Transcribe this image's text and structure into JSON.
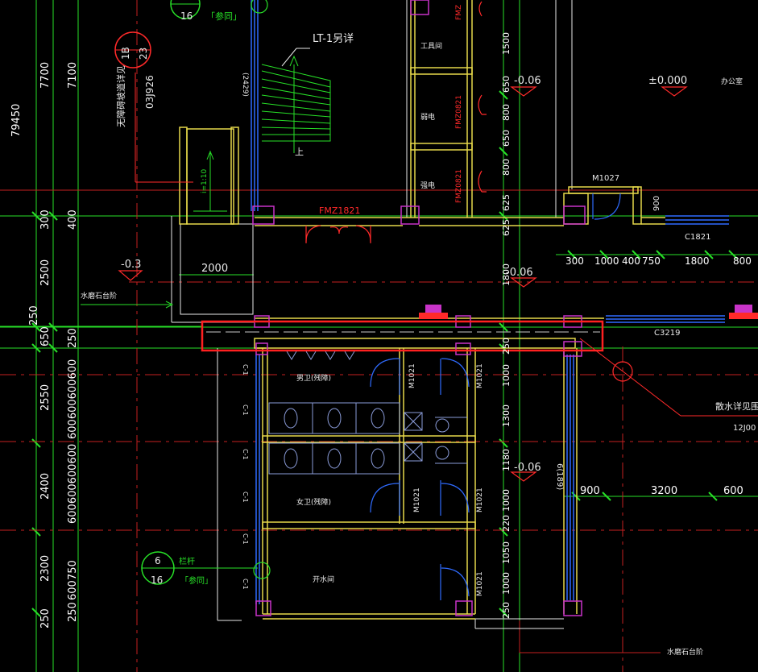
{
  "colors": {
    "background": "#000000",
    "wall_yellow": "#e6d84a",
    "wall_blue": "#2f6bff",
    "dimension_green": "#27e027",
    "annotation_red": "#ff2a2a",
    "column_magenta": "#c833c8",
    "highlight_box": "#ff2020"
  },
  "left_dims": {
    "total": "79450",
    "upper": "7700",
    "upper2": "7100",
    "v300": "300",
    "v400": "400",
    "v2500": "2500",
    "v250a": "250",
    "v650": "650",
    "v250b": "250",
    "v2550": "2550",
    "v2400": "2400",
    "v2300": "2300",
    "v250c": "250",
    "chain1": "600600600600",
    "chain2": "600600600600",
    "chain3": "750",
    "chain4": "600",
    "chain5": "250"
  },
  "top_callout": {
    "num": "16",
    "note": "「参同」"
  },
  "ramp_callout": {
    "top": "1B",
    "bottom": "23",
    "ref": "03J926",
    "text": "无障碍坡道详见"
  },
  "stair_note": "LT-1另详",
  "stair_up": "上",
  "ramp_slope": "i=1:10",
  "elev_left": "-0.3",
  "elev_left_dim": "2000",
  "floor_finish_left": "水磨石台阶",
  "door_fmz1821": "FMZ1821",
  "small_rooms": {
    "tool": "工具间",
    "elec1": "弱电",
    "elec2": "强电",
    "door1": "FMZ0821",
    "door2": "FMZ0821",
    "door_top": "FMZ"
  },
  "col_dims": {
    "d1500": "1500",
    "d650a": "650",
    "d800a": "800",
    "d650b": "650",
    "d800b": "800",
    "d625a": "625",
    "d625b": "625",
    "d1800": "1800",
    "d250": "250",
    "d1000a": "1000",
    "d1300": "1300",
    "d1180": "1180",
    "d1000b": "1000",
    "d220": "220",
    "d1050": "1050",
    "d1000c": "1000",
    "d250b": "250"
  },
  "elevations": {
    "e1": "-0.06",
    "e2": "-0.06",
    "e3": "-0.06",
    "zero": "±0.000"
  },
  "right_rooms": {
    "office": "办公室",
    "door_m1027": "M1027",
    "dim900": "900",
    "window_c1821": "C1821",
    "window_c3219": "C3219"
  },
  "right_dims": [
    "300",
    "1000",
    "400",
    "750",
    "1800",
    "800"
  ],
  "lower_right_dims": [
    "900",
    "3200",
    "600"
  ],
  "vert_dim_6189": "6(189)",
  "toilets": {
    "male": "男卫(残障)",
    "female": "女卫(残障)",
    "water": "开水间",
    "door_a": "M1021",
    "door_b": "M1021",
    "door_c": "M1021",
    "door_d": "M1021",
    "door_e": "M1021"
  },
  "window_c1": [
    "C-1",
    "C-1",
    "C-1",
    "C-1",
    "C-1",
    "C-1"
  ],
  "rail_callout": {
    "num": "6",
    "den": "16",
    "label": "栏杆",
    "note": "「参同」"
  },
  "drain_note": "散水详见围标",
  "drain_ref": "12J00",
  "bottom_finish": "水磨石台阶"
}
